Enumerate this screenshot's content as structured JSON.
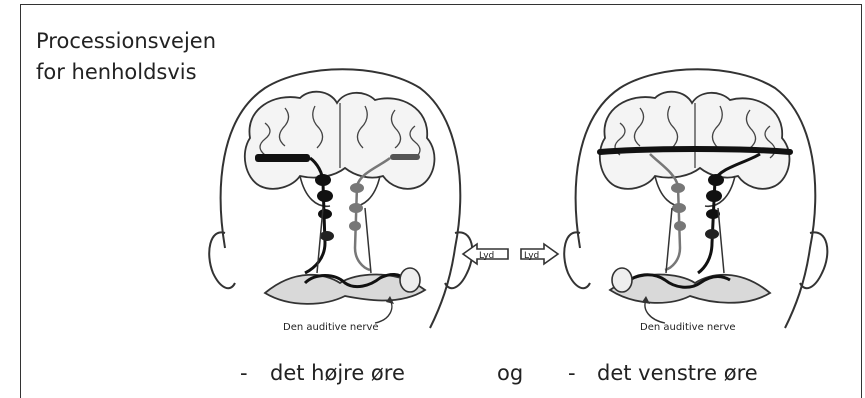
{
  "title": {
    "line1": "Processionsvejen",
    "line2": "for henholdsvis"
  },
  "figure": {
    "left_head": {
      "nerve_label": "Den auditive nerve"
    },
    "right_head": {
      "nerve_label": "Den auditive nerve"
    },
    "sound_left_label": "Lyd",
    "sound_right_label": "Lyd"
  },
  "caption": {
    "dash": "-",
    "right_ear": "det højre øre",
    "conjunction": "og",
    "left_ear": "det venstre øre"
  }
}
